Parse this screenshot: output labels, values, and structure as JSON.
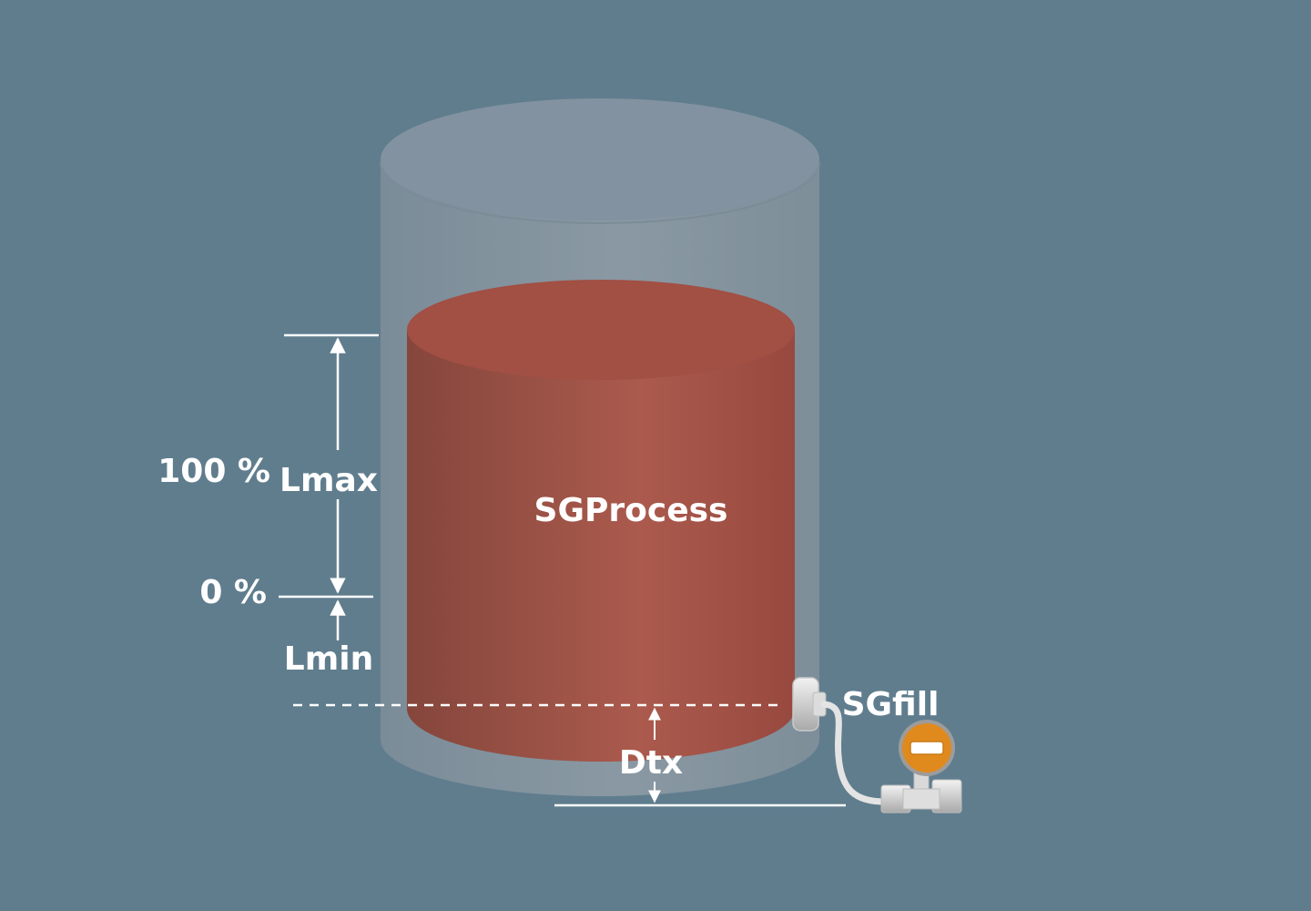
{
  "colors": {
    "background": "#607d8e",
    "tank_shell": "#8f9ba4",
    "liquid": "#a3544a",
    "liquid_top": "#a24f44",
    "annotation": "#ffffff",
    "transmitter_cap": "#e08a1e"
  },
  "labels": {
    "process_fluid": "SGProcess",
    "fill_fluid": "SGfill",
    "upper_range": "100 %",
    "lower_range": "0 %",
    "max_level": "Lmax",
    "min_level": "Lmin",
    "transmitter_offset": "Dtx"
  },
  "icons": {
    "diaphragm_seal": "diaphragm-seal-icon",
    "pressure_transmitter": "pressure-transmitter-icon"
  }
}
